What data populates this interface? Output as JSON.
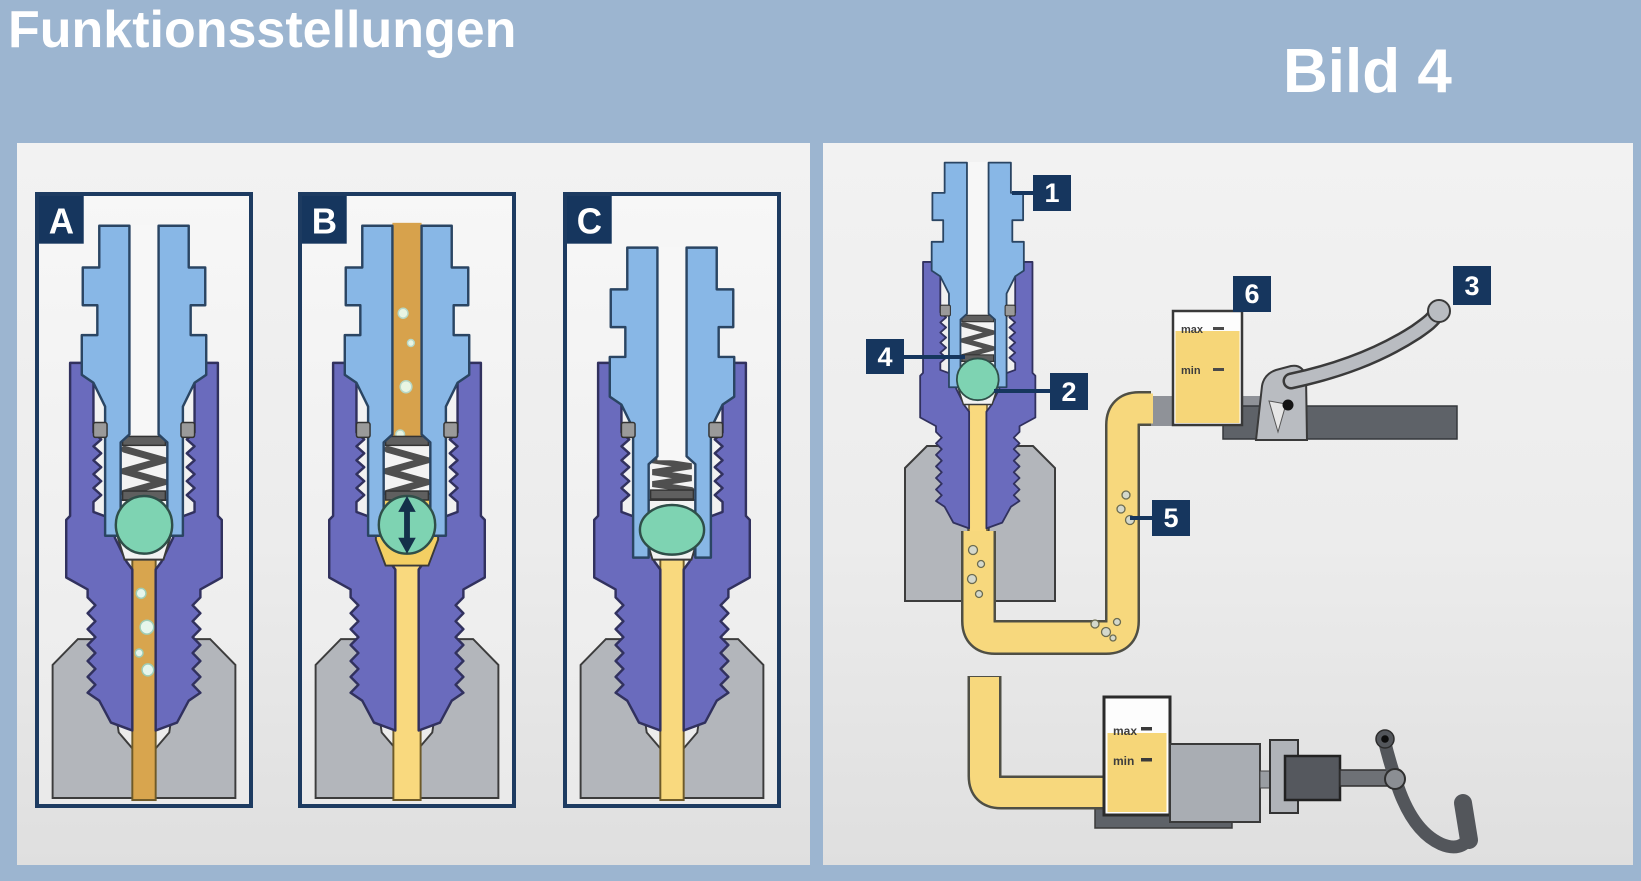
{
  "header": {
    "title": "Funktionsstellungen",
    "figure_label": "Bild 4",
    "background_color": "#9cb5d0",
    "text_color": "#ffffff"
  },
  "positions_panel": {
    "boxes": [
      {
        "label": "A"
      },
      {
        "label": "B"
      },
      {
        "label": "C"
      }
    ]
  },
  "system_panel": {
    "callouts": [
      {
        "number": "1"
      },
      {
        "number": "2"
      },
      {
        "number": "3"
      },
      {
        "number": "4"
      },
      {
        "number": "5"
      },
      {
        "number": "6"
      }
    ],
    "reservoir_top": {
      "max_label": "max",
      "min_label": "min"
    },
    "reservoir_bottom": {
      "max_label": "max",
      "min_label": "min"
    }
  },
  "colors": {
    "callout_navy": "#16365e",
    "valve_body_blue": "#88b7e6",
    "union_nut_purple": "#6a6bbd",
    "check_ball_green": "#7ed3b2",
    "fluid_yellow": "#f8d87c",
    "fluid_tan": "#d8a54e",
    "reservoir_fluid": "#f6d678",
    "metal_gray": "#b2b5ba"
  }
}
